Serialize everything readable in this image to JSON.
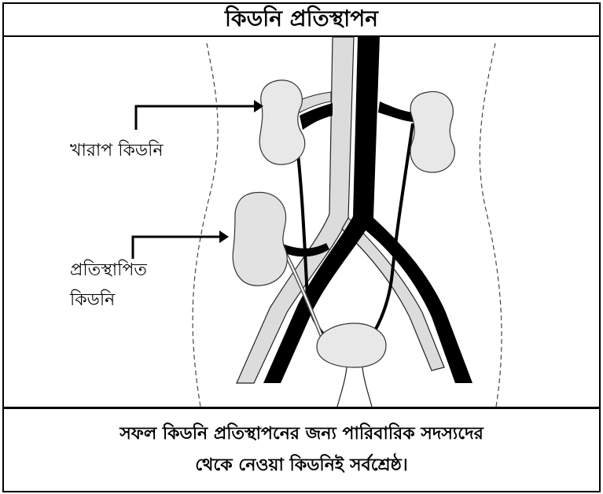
{
  "title": "কিডনি প্রতিস্থাপন",
  "labels": {
    "bad_kidney": "খারাপ কিডনি",
    "transplanted_kidney_line1": "প্রতিস্থাপিত",
    "transplanted_kidney_line2": "কিডনি"
  },
  "caption": {
    "line1": "সফল কিডনি প্রতিস্থাপনের জন্য পারিবারিক সদস্যদের",
    "line2": "থেকে নেওয়া কিডনিই সর্বশ্রেষ্ঠ।"
  }
}
